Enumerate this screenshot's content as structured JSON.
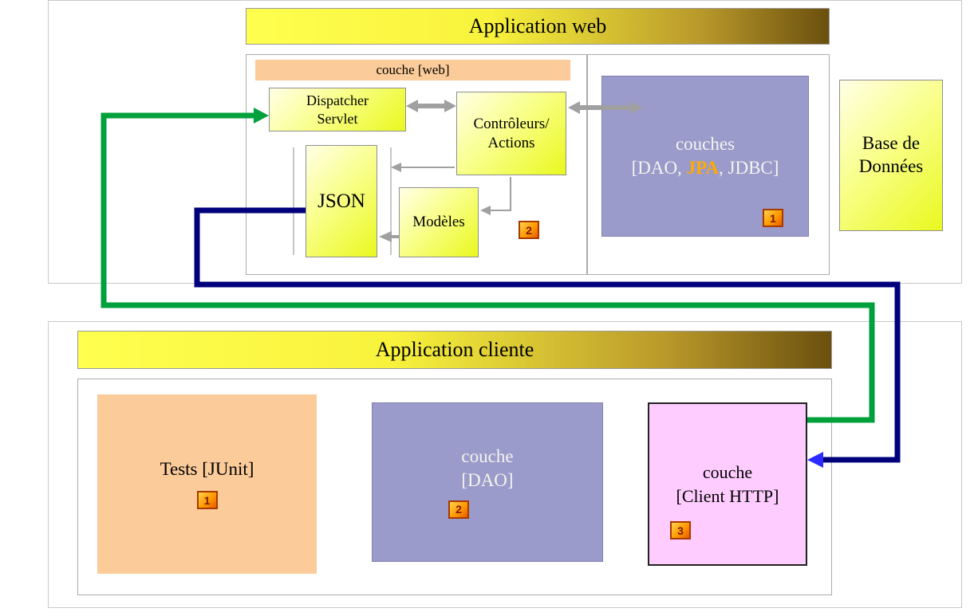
{
  "diagram": {
    "web_app": {
      "title": "Application web",
      "layer_label": "couche [web]",
      "dispatcher_label": "Dispatcher\nServlet",
      "controllers_label": "Contrôleurs/\nActions",
      "json_label": "JSON",
      "models_label": "Modèles",
      "models_badge": "2",
      "dao_layers": {
        "line1": "couches",
        "line2_prefix": "[DAO, ",
        "line2_jpa": "JPA",
        "line2_suffix": ", JDBC]",
        "badge": "1"
      },
      "database_label": "Base de\nDonnées"
    },
    "client_app": {
      "title": "Application cliente",
      "tests": {
        "label": "Tests [JUnit]",
        "badge": "1"
      },
      "dao": {
        "line1": "couche",
        "line2": "[DAO]",
        "badge": "2"
      },
      "http_client": {
        "line1": "couche",
        "line2": "[Client HTTP]",
        "badge": "3"
      }
    },
    "colors": {
      "title_gradient_start": "#ffff4f",
      "title_gradient_end": "#6b500e",
      "yellow_box": "#e9f81f",
      "peach": "#fbcb99",
      "purple": "#9a9acb",
      "pink": "#ffccff",
      "green_arrow": "#00a03c",
      "blue_arrow": "#00007d",
      "blue_arrowhead": "#2b2bff",
      "gray_arrow": "#a0a0a0",
      "badge_orange": "#ff9a00",
      "jpa_highlight": "#ffaa00"
    }
  }
}
